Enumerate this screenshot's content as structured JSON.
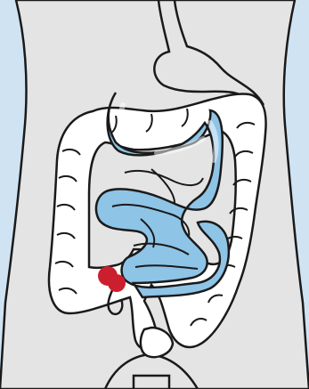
{
  "colors": {
    "background": "#cfe3f3",
    "body": "#e4e4e4",
    "outline": "#1a1a1a",
    "small_intestine": "#8ec4e6",
    "small_intestine_shadow": "#6aaed8",
    "colon": "#ffffff",
    "highlight": "#cc1f2d"
  },
  "parts": [
    {
      "name": "torso",
      "icon": "torso-outline"
    },
    {
      "name": "stomach",
      "icon": "stomach-outline"
    },
    {
      "name": "large-intestine",
      "icon": "colon"
    },
    {
      "name": "small-intestine",
      "icon": "small-intestine"
    },
    {
      "name": "appendix",
      "icon": "appendix"
    },
    {
      "name": "ileocecal-region",
      "icon": "highlight-marker"
    },
    {
      "name": "rectum",
      "icon": "rectum"
    }
  ]
}
